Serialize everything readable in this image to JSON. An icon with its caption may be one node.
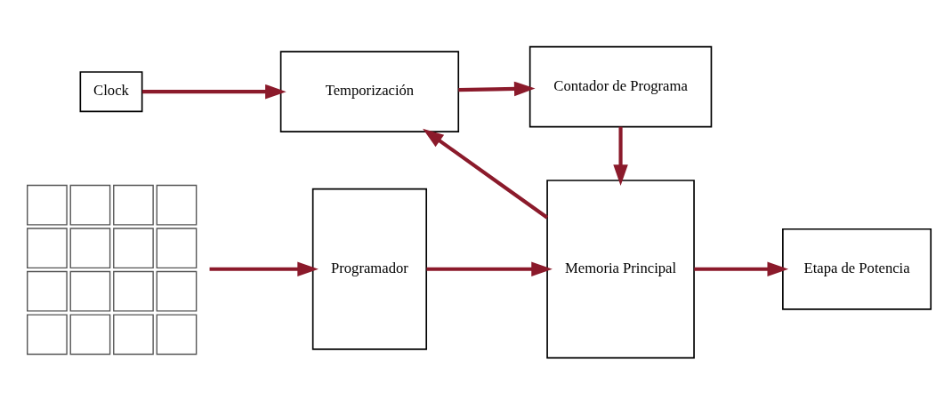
{
  "diagram": {
    "nodes": [
      {
        "text": [],
        "shape": "box"
      },
      {
        "text": [
          "Programador"
        ]
      },
      {
        "text": [
          "Memoria Principal"
        ]
      },
      {
        "text": [
          "Etapa de Potencia"
        ]
      },
      {
        "text": [
          "Clock"
        ]
      },
      {
        "text": [
          "Temporización"
        ]
      },
      {
        "text": [
          "Contador de Programa"
        ]
      }
    ],
    "edges": [
      {
        "from": 0,
        "to": 1,
        "arrow": "to"
      },
      {
        "from": 1,
        "to": 2,
        "arrow": "to"
      },
      {
        "from": 2,
        "to": 3,
        "arrow": "to"
      },
      {
        "from": 2,
        "to": 5,
        "arrow": "to"
      },
      {
        "from": 4,
        "to": 5,
        "arrow": "to"
      },
      {
        "from": 5,
        "to": 6,
        "arrow": "to"
      },
      {
        "from": 6,
        "to": 2,
        "arrow": "to"
      }
    ]
  }
}
